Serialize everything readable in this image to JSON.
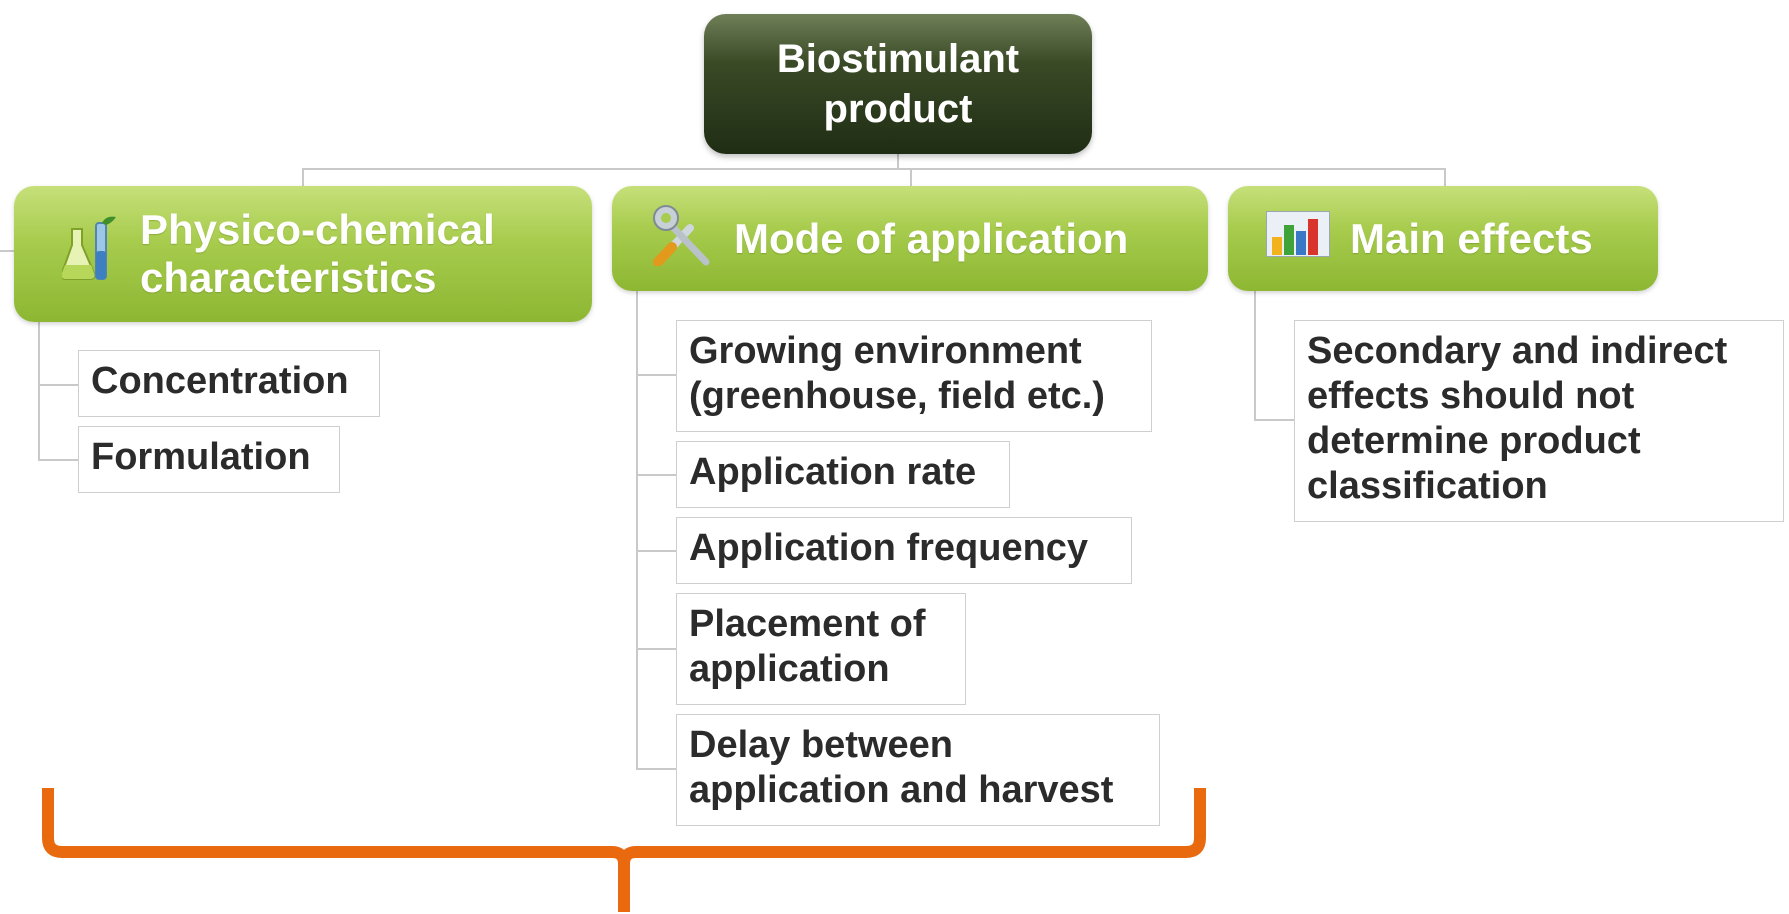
{
  "root": {
    "label_line1": "Biostimulant",
    "label_line2": "product"
  },
  "branches": [
    {
      "label_line1": "Physico-chemical",
      "label_line2": "characteristics",
      "icon": "flask-icon",
      "leaves": [
        "Concentration",
        "Formulation"
      ]
    },
    {
      "label": "Mode of application",
      "icon": "tools-icon",
      "leaves": [
        {
          "line1": "Growing environment",
          "line2": "(greenhouse, field etc.)"
        },
        {
          "line1": "Application rate"
        },
        {
          "line1": "Application frequency"
        },
        {
          "line1": "Placement of",
          "line2": "application"
        },
        {
          "line1": "Delay between",
          "line2": "application and harvest"
        }
      ]
    },
    {
      "label": "Main effects",
      "icon": "bar-chart-icon",
      "leaves": [
        {
          "line1": "Secondary and indirect",
          "line2": "effects should not",
          "line3": "determine product",
          "line4": "classification"
        }
      ]
    }
  ],
  "colors": {
    "root": "#2a3a1c",
    "branch": "#a8cc4e",
    "brace": "#e8690e",
    "leaf_text": "#2b2b2b"
  }
}
